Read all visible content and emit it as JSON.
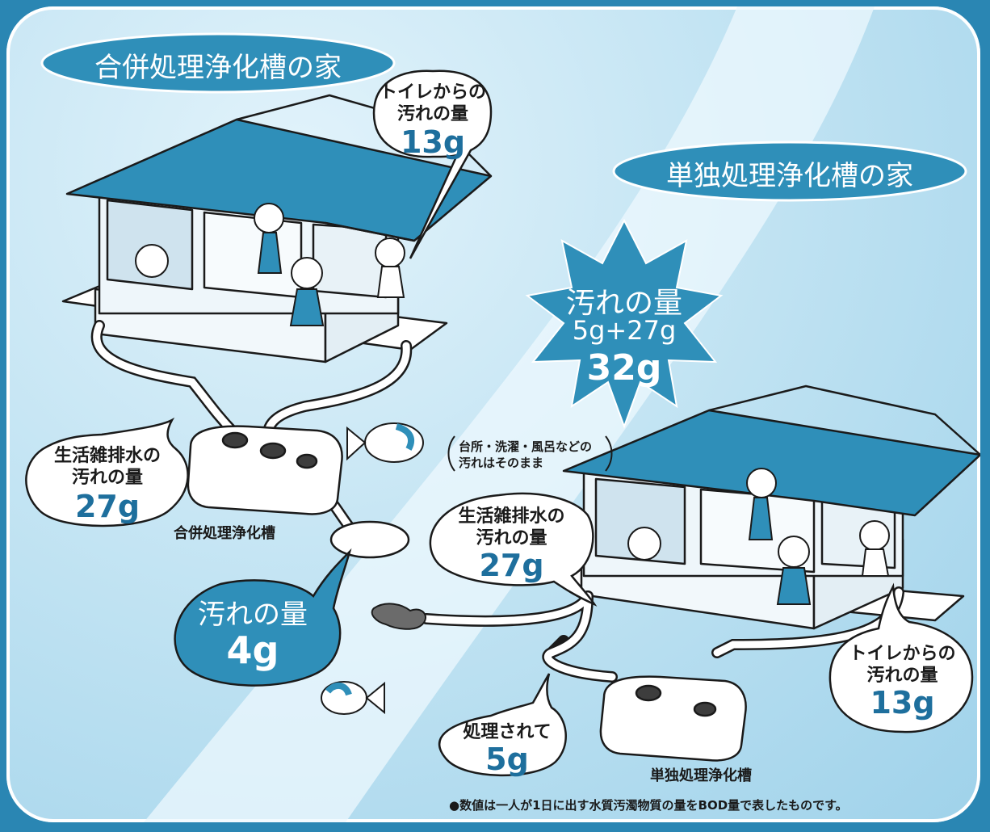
{
  "title_left": "合併処理浄化槽の家",
  "title_right": "単独処理浄化槽の家",
  "combined": {
    "toilet_label_1": "トイレからの",
    "toilet_label_2": "汚れの量",
    "toilet_value": "13g",
    "gray_label_1": "生活雑排水の",
    "gray_label_2": "汚れの量",
    "gray_value": "27g",
    "tank_label": "合併処理浄化槽",
    "result_label": "汚れの量",
    "result_value": "4g"
  },
  "single": {
    "burst_label": "汚れの量",
    "burst_formula": "5g+27g",
    "burst_value": "32g",
    "note_1": "台所・洗濯・風呂などの",
    "note_2": "汚れはそのまま",
    "gray_label_1": "生活雑排水の",
    "gray_label_2": "汚れの量",
    "gray_value": "27g",
    "toilet_label_1": "トイレからの",
    "toilet_label_2": "汚れの量",
    "toilet_value": "13g",
    "treated_label": "処理されて",
    "treated_value": "5g",
    "tank_label": "単独処理浄化槽"
  },
  "footnote": "●数値は一人が1日に出す水質汚濁物質の量をBOD量で表したものです。",
  "colors": {
    "frame": "#2a86b3",
    "roof": "#2f8fb9",
    "accent": "#1e6f9d",
    "background": "#c3e4f3"
  }
}
